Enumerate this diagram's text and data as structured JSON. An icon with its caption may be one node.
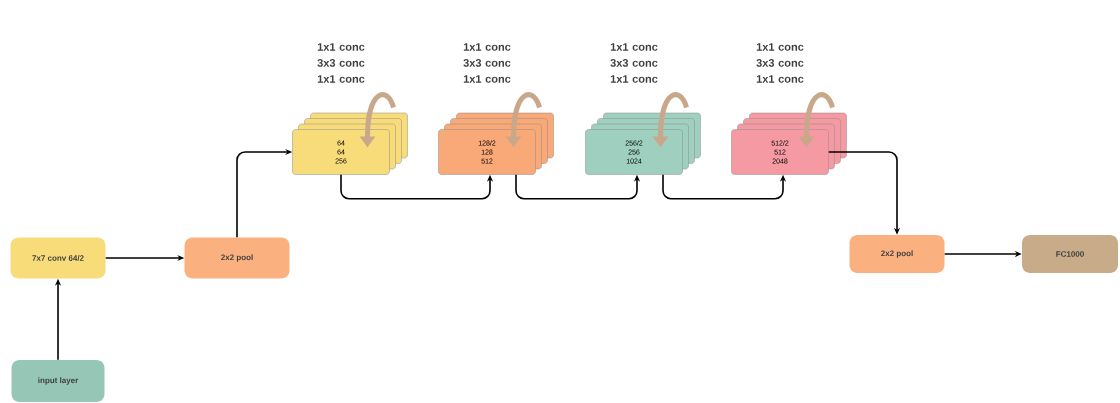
{
  "diagram": {
    "nodes": [
      {
        "text": [
          "input layer"
        ]
      },
      {
        "text": [
          "7x7 conv 64/2"
        ]
      },
      {
        "text": [
          "2x2 pool"
        ]
      },
      {
        "text": [
          "1x1 conc 3x3 conc 1x1 conc",
          "64 64 256"
        ]
      },
      {
        "text": [
          "1x1 conc 3x3 conc 1x1 conc",
          "128/2 128 512"
        ]
      },
      {
        "text": [
          "1x1 conc 3x3 conc 1x1 conc",
          "256/2 256 1024"
        ]
      },
      {
        "text": [
          "1x1 conc 3x3 conc 1x1 conc",
          "512/2 512 2048"
        ]
      },
      {
        "text": [
          "2x2 pool"
        ]
      },
      {
        "text": [
          "FC1000"
        ]
      }
    ],
    "edges": [
      {
        "from": 0,
        "to": 1,
        "arrow": "to"
      },
      {
        "from": 1,
        "to": 2,
        "arrow": "to"
      },
      {
        "from": 2,
        "to": 3,
        "arrow": "to"
      },
      {
        "from": 3,
        "to": 4,
        "arrow": "to"
      },
      {
        "from": 4,
        "to": 5,
        "arrow": "to"
      },
      {
        "from": 5,
        "to": 6,
        "arrow": "to"
      },
      {
        "from": 6,
        "to": 7,
        "arrow": "to"
      },
      {
        "from": 7,
        "to": 8,
        "arrow": "to"
      }
    ]
  }
}
